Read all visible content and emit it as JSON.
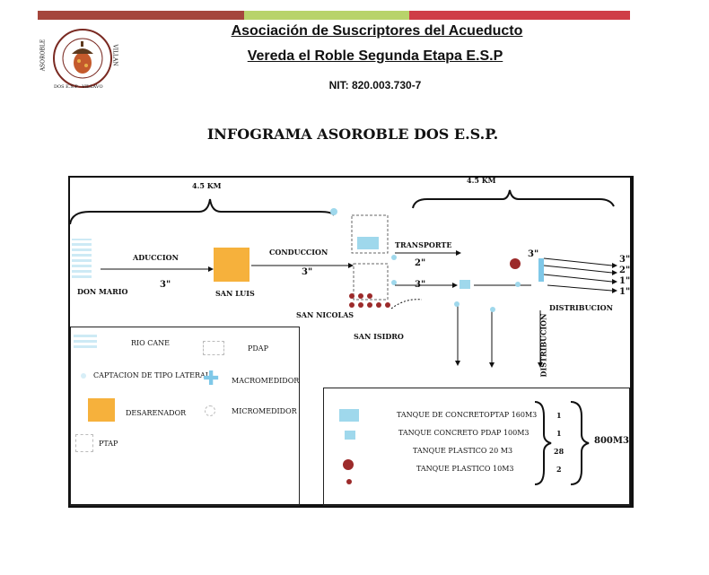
{
  "header": {
    "title_line1": "Asociación de Suscriptores del Acueducto",
    "title_line2": "Vereda el Roble Segunda Etapa E.S.P",
    "nit": "NIT: 820.003.730-7",
    "infographic_title": "INFOGRAMA ASOROBLE DOS E.S.P.",
    "colors": {
      "brown": "#a5463c",
      "green": "#b8d36a",
      "red": "#cf3d47"
    }
  },
  "logo": {
    "ring_text_left": "ASOROBLE",
    "ring_text_right": "VILLAN",
    "ring_text_bottom": "DOS E.S.P · VILLAVO"
  },
  "diagram": {
    "distance_left": "4.5 KM",
    "distance_right": "4.5 KM",
    "labels": {
      "aduccion": "ADUCCION",
      "conduccion": "CONDUCCION",
      "transporte": "TRANSPORTE",
      "distribucion": "DISTRIBUCION",
      "distribucion_vertical": "DISTRIBUCION",
      "don_mario": "DON MARIO",
      "san_luis": "SAN LUIS",
      "san_nicolas": "SAN NICOLAS",
      "san_isidro": "SAN ISIDRO"
    },
    "pipe_sizes": {
      "aduccion": "3\"",
      "conduccion": "3\"",
      "transporte_upper": "2\"",
      "transporte_lower": "3\"",
      "distribucion_in": "3\"",
      "out_1": "3\"",
      "out_2": "2\"",
      "out_3": "1\"",
      "out_4": "1\""
    },
    "colors": {
      "desarenador": "#f6b13c",
      "tank_blue": "#9fd8ec",
      "macro": "#7fc8e8",
      "plastic": "#9c2a2a"
    }
  },
  "legend": {
    "rio_cane": "RIO CANE",
    "captacion": "CAPTACION DE TIPO LATERAL",
    "desarenador": "DESARENADOR",
    "ptap": "PTAP",
    "pdap": "PDAP",
    "macromedidor": "MACROMEDIDOR",
    "micromedidor": "MICROMEDIDOR"
  },
  "tanks": {
    "rows": [
      {
        "label": "TANQUE DE CONCRETOPTAP 160M3",
        "count": "1"
      },
      {
        "label": "TANQUE CONCRETO PDAP 100M3",
        "count": "1"
      },
      {
        "label": "TANQUE PLASTICO 20 M3",
        "count": "28"
      },
      {
        "label": "TANQUE PLASTICO 10M3",
        "count": "2"
      }
    ],
    "total": "800M3"
  }
}
